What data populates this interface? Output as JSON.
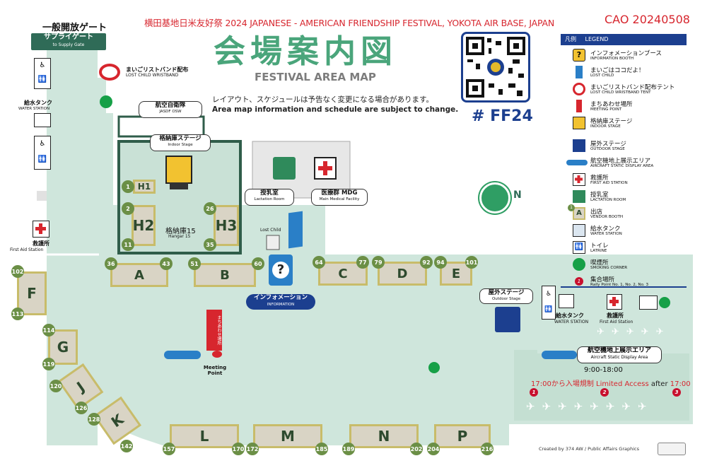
{
  "header": {
    "event_line": "横田基地日米友好祭 2024 JAPANESE - AMERICAN FRIENDSHIP FESTIVAL, YOKOTA AIR BASE, JAPAN",
    "cao": "CAO 20240508",
    "title_jp": "会場案内図",
    "title_en": "FESTIVAL AREA MAP",
    "note_jp": "レイアウト、スケジュールは予告なく変更になる場合があります。",
    "note_en": "Area map information and schedule are subject to change.",
    "hashtag": "# FF24"
  },
  "gate": {
    "open_jp": "一般開放ゲート",
    "supply_jp": "サプライゲート",
    "supply_en": "to Supply Gate"
  },
  "labels": {
    "lost_wrist_jp": "まいごリストバンド配布",
    "lost_wrist_en": "LOST CHILD WRISTBAND",
    "water_jp": "給水タンク",
    "water_en": "WATER STATION",
    "first_aid_jp": "救護所",
    "first_aid_en": "First Aid Station",
    "jasdf_jp": "航空自衛隊",
    "jasdf_en": "JASDF OSW",
    "indoor_jp": "格納庫ステージ",
    "indoor_en": "Indoor Stage",
    "hangar_jp": "格納庫15",
    "hangar_en": "Hangar 15",
    "lactation_jp": "授乳室",
    "lactation_en": "Lactation Room",
    "medical_jp": "医療群 MDG",
    "medical_en": "Main Medical Facility",
    "lost_child": "Lost Child",
    "info_jp": "インフォメーション",
    "info_en": "INFORMATION",
    "outdoor_jp": "屋外ステージ",
    "outdoor_en": "Outdoor Stage",
    "water2_jp": "給水タンク",
    "water2_en": "WATER STATION",
    "aid2_jp": "救護所",
    "aid2_en": "First Aid Station",
    "meeting_en": "Meeting Point",
    "meeting_flag": "まちあわせ場所",
    "aircraft_jp": "航空機地上展示エリア",
    "aircraft_en": "Aircraft Static Display Area",
    "hours": "9:00-18:00",
    "limit_time": "17:00",
    "limit_jp": "から入場規制",
    "limit_en": "Limited Access",
    "after": "after",
    "after_time": "17:00",
    "north": "N",
    "credit": "Created by 374 AW / Public Affairs Graphics"
  },
  "booths": [
    {
      "id": "H1",
      "label": "H1"
    },
    {
      "id": "H2",
      "label": "H2",
      "from": "2",
      "to": "11"
    },
    {
      "id": "H3",
      "label": "H3",
      "from": "26",
      "to": "35"
    },
    {
      "id": "A",
      "label": "A",
      "from": "36",
      "to": "43"
    },
    {
      "id": "B",
      "label": "B",
      "from": "51",
      "to": "60"
    },
    {
      "id": "C",
      "label": "C",
      "from": "64",
      "to": "77"
    },
    {
      "id": "D",
      "label": "D",
      "from": "79",
      "to": "92"
    },
    {
      "id": "E",
      "label": "E",
      "from": "94",
      "to": "101"
    },
    {
      "id": "F",
      "label": "F",
      "from": "102",
      "to": "113"
    },
    {
      "id": "G",
      "label": "G",
      "from": "114",
      "to": "119"
    },
    {
      "id": "J",
      "label": "J",
      "from": "120",
      "to": "126"
    },
    {
      "id": "K",
      "label": "K",
      "from": "128",
      "to": "142"
    },
    {
      "id": "L",
      "label": "L",
      "from": "157",
      "to": "170"
    },
    {
      "id": "M",
      "label": "M",
      "from": "172",
      "to": "185"
    },
    {
      "id": "N",
      "label": "N",
      "from": "189",
      "to": "202"
    },
    {
      "id": "P",
      "label": "P",
      "from": "204",
      "to": "216"
    }
  ],
  "h1_num": "1",
  "rally": [
    "1",
    "2",
    "3"
  ],
  "legend": {
    "title_jp": "凡例",
    "title_en": "LEGEND",
    "items": [
      {
        "jp": "インフォメーションブース",
        "en": "INFORMATION BOOTH",
        "icon": "info-icon"
      },
      {
        "jp": "まいごはココだよ！",
        "en": "LOST CHILD",
        "icon": "lost-child-flag-icon"
      },
      {
        "jp": "まいごリストバンド配布テント",
        "en": "LOST CHILD WRISTBAND TENT",
        "icon": "wristband-icon"
      },
      {
        "jp": "まちあわせ場所",
        "en": "MEETING POINT",
        "icon": "meeting-flag-icon"
      },
      {
        "jp": "格納庫ステージ",
        "en": "INDOOR STAGE",
        "icon": "indoor-stage-icon"
      },
      {
        "jp": "屋外ステージ",
        "en": "OUTDOOR STAGE",
        "icon": "outdoor-stage-icon"
      },
      {
        "jp": "航空機地上展示エリア",
        "en": "AIRCRAFT STATIC DISPLAY AREA",
        "icon": "aircraft-icon"
      },
      {
        "jp": "救護所",
        "en": "FIRST AID STATION",
        "icon": "first-aid-icon"
      },
      {
        "jp": "授乳室",
        "en": "LACTATION ROOM",
        "icon": "lactation-icon"
      },
      {
        "jp": "出店",
        "en": "VENDOR BOOTH",
        "icon": "vendor-icon",
        "badge": "A",
        "badge_num": "1"
      },
      {
        "jp": "給水タンク",
        "en": "WATER STATION",
        "icon": "water-icon"
      },
      {
        "jp": "トイレ",
        "en": "LATRINE",
        "icon": "latrine-icon"
      },
      {
        "jp": "喫煙所",
        "en": "SMOKING CORNER",
        "icon": "smoking-icon"
      },
      {
        "jp": "集合場所",
        "en": "Rally Point No. 1, No. 2, No. 3",
        "icon": "rally-icon",
        "badge_num": "1"
      }
    ]
  },
  "colors": {
    "ground": "#cfe6dc",
    "hangar": "#2f5d4a",
    "booth": "#d9d4c5",
    "accent_red": "#d7262e",
    "navy": "#1c3f8f"
  }
}
